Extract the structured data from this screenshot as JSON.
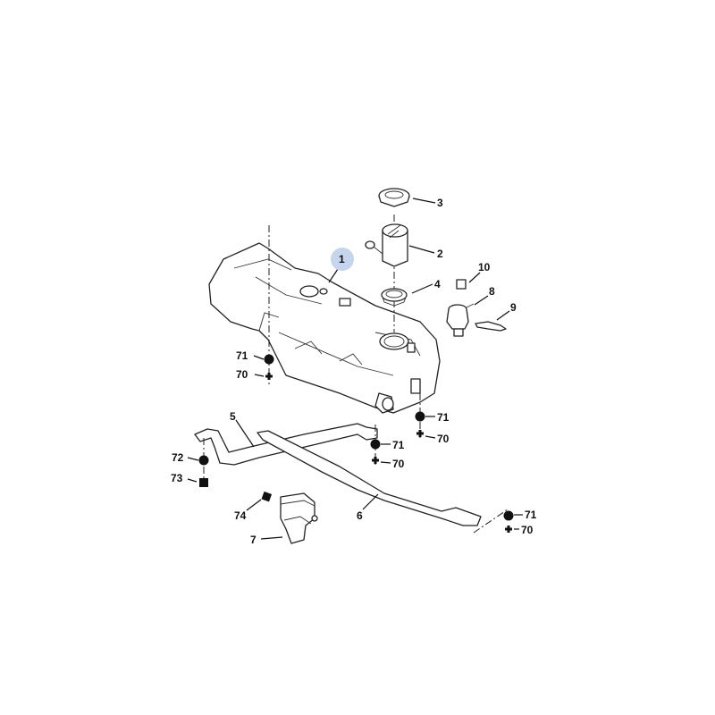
{
  "diagram": {
    "highlight_color": "#c5d5ee",
    "callouts": {
      "p1": "1",
      "p2": "2",
      "p3": "3",
      "p4": "4",
      "p5": "5",
      "p6": "6",
      "p7": "7",
      "p8": "8",
      "p9": "9",
      "p10": "10",
      "a71": "71",
      "a70": "70",
      "b71": "71",
      "b70": "70",
      "c71": "71",
      "c70": "70",
      "d71": "71",
      "d70": "70",
      "p72": "72",
      "p73": "73",
      "p74": "74"
    }
  }
}
